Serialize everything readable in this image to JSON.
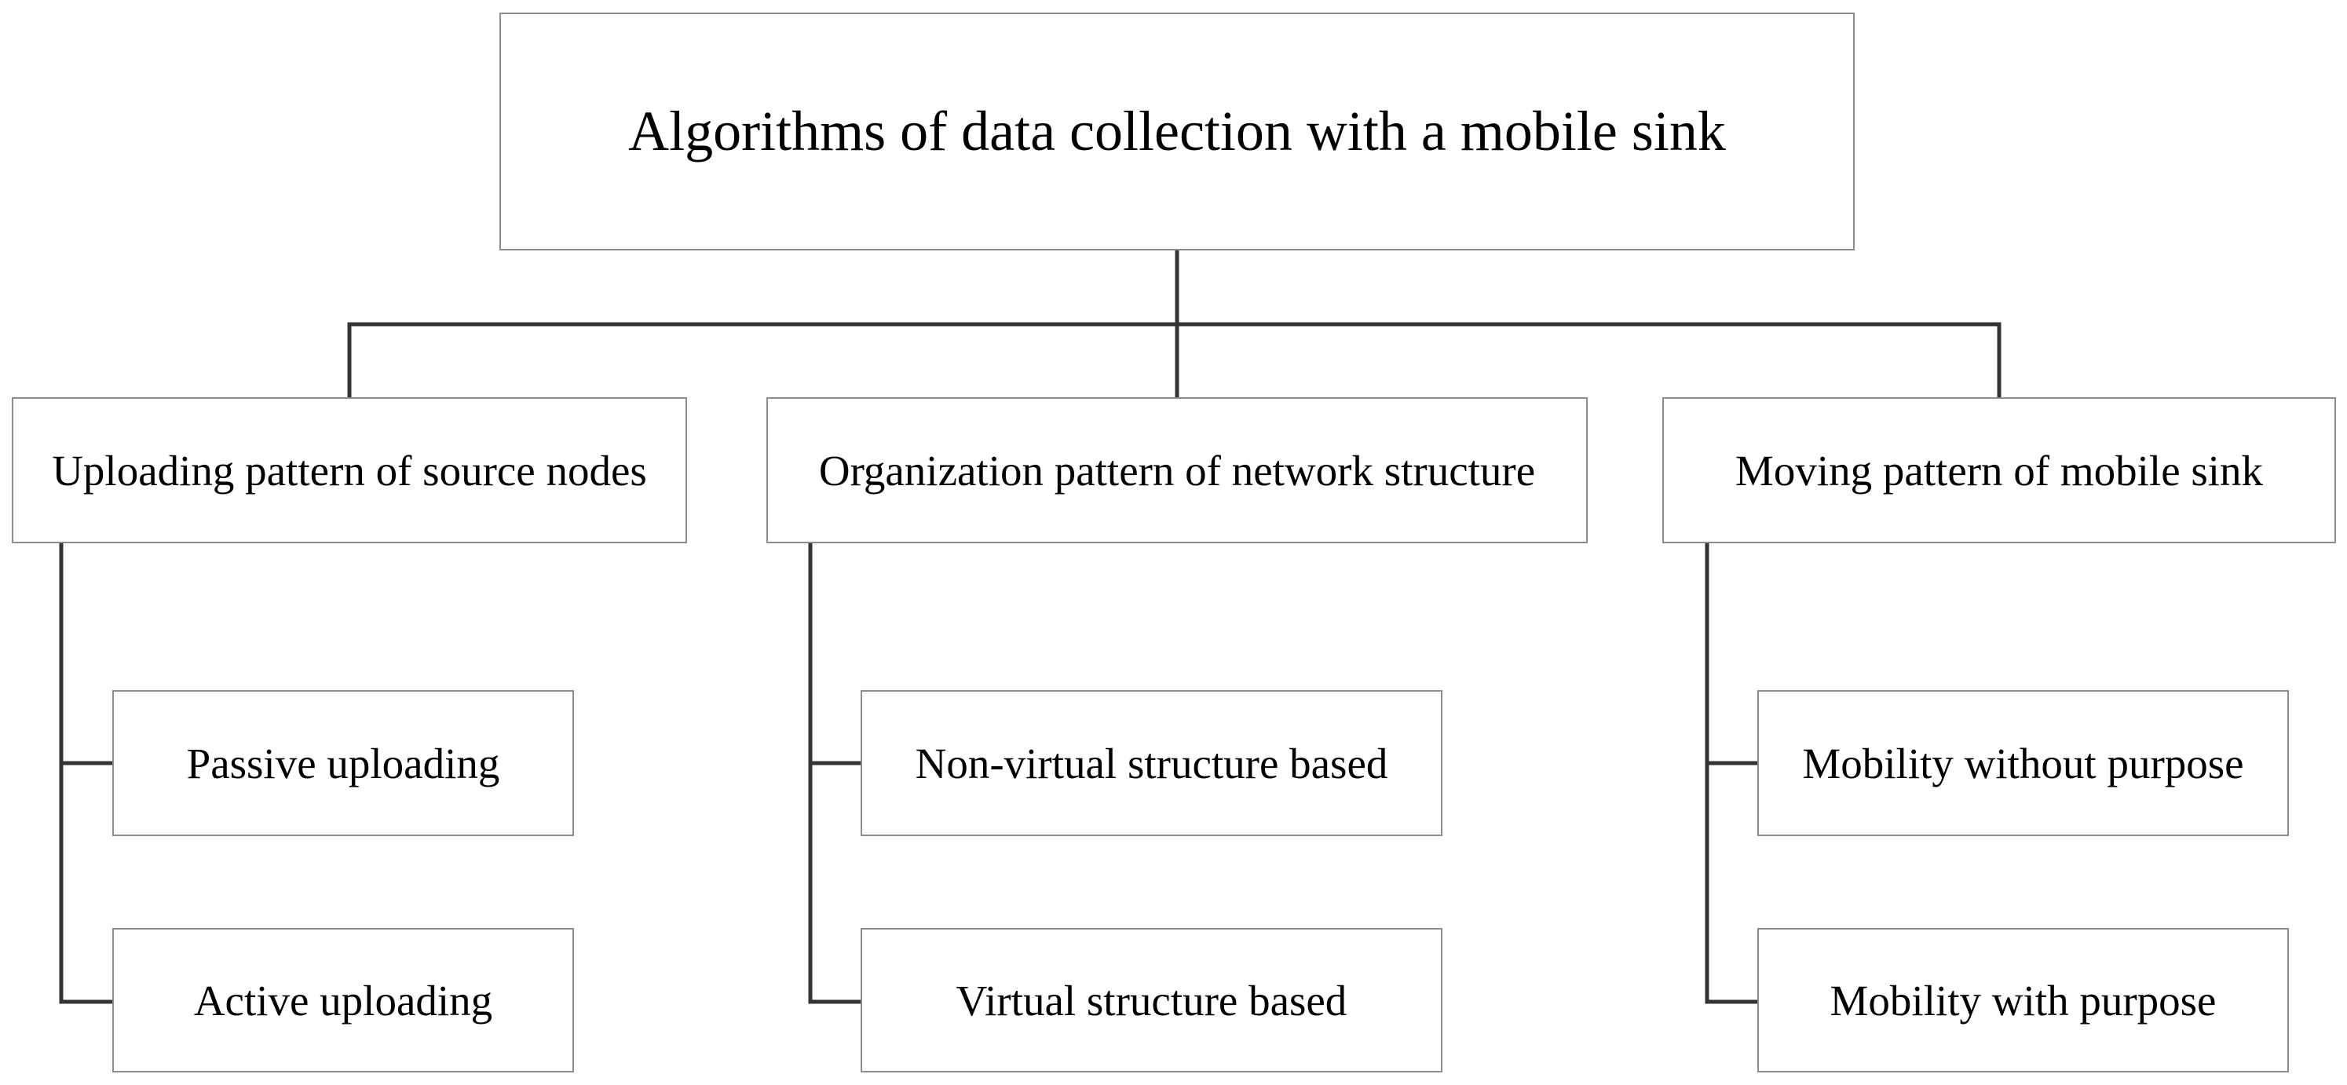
{
  "root": {
    "label": "Algorithms of data collection  with a mobile sink"
  },
  "categories": [
    {
      "label": "Uploading pattern of source nodes",
      "children": [
        "Passive uploading",
        "Active uploading"
      ]
    },
    {
      "label": "Organization pattern of network structure",
      "children": [
        "Non-virtual structure based",
        "Virtual structure based"
      ]
    },
    {
      "label": "Moving pattern of mobile sink",
      "children": [
        "Mobility without purpose",
        "Mobility with purpose"
      ]
    }
  ]
}
